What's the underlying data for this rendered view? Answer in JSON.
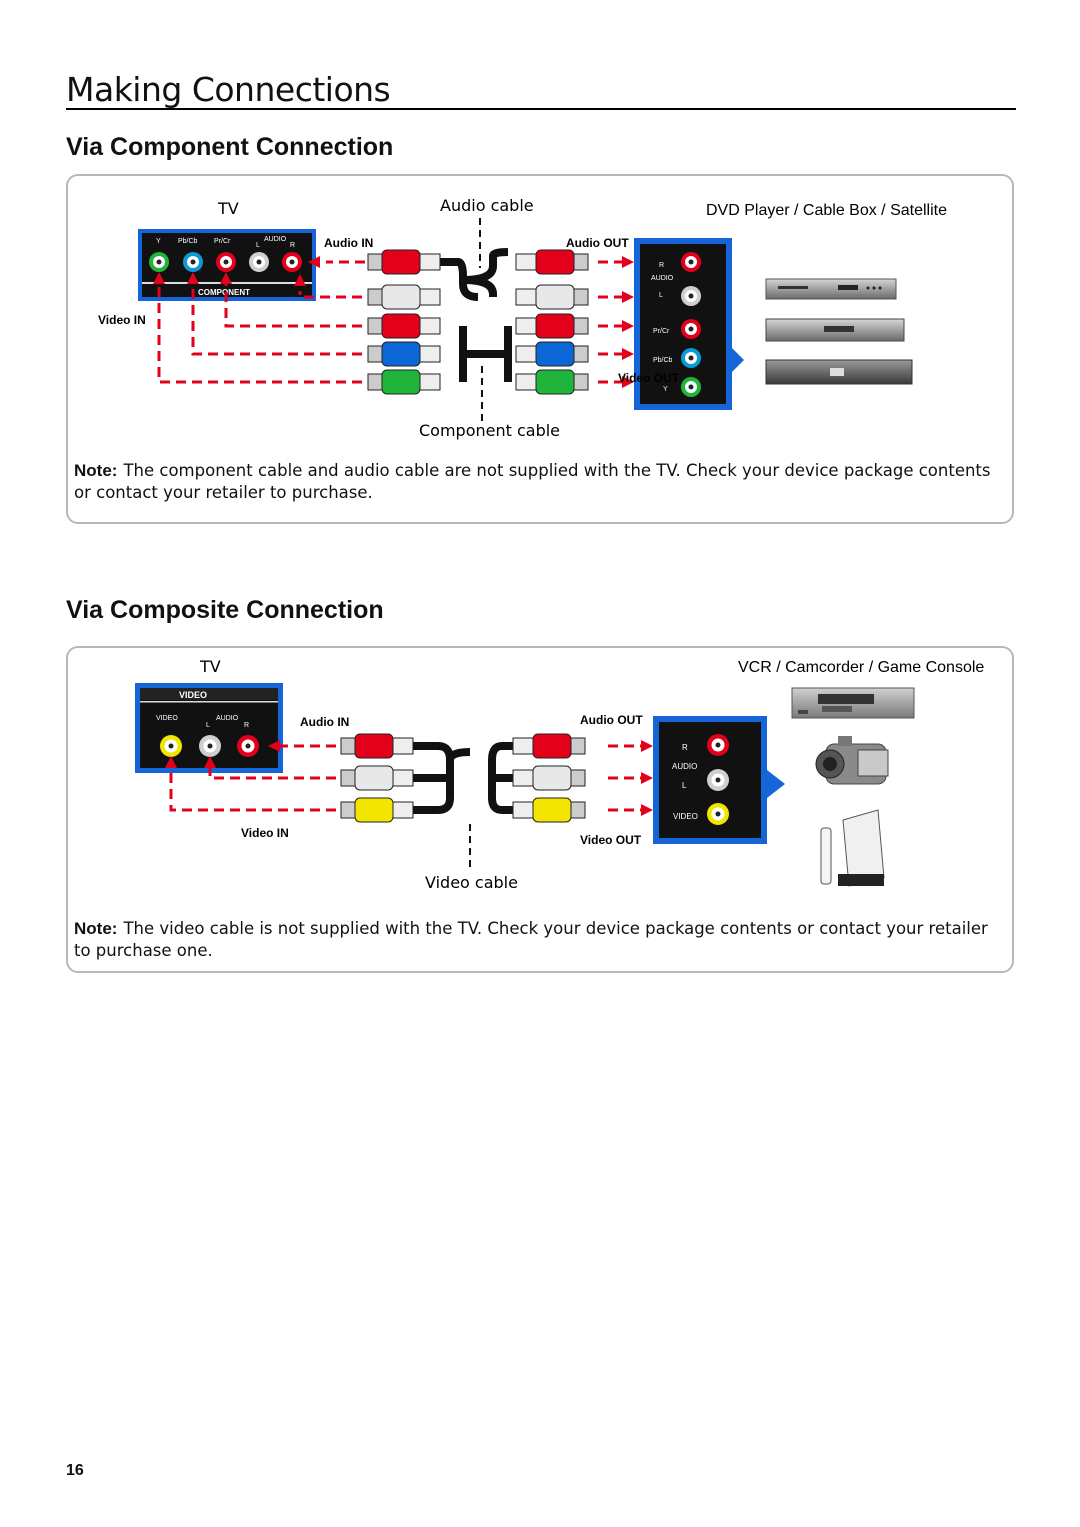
{
  "page": {
    "title": "Making Connections",
    "page_number": "16"
  },
  "component": {
    "title": "Via Component Connection",
    "tv_label": "TV",
    "audio_cable_label": "Audio cable",
    "component_cable_label": "Component cable",
    "device_label": "DVD Player / Cable Box / Satellite",
    "audio_in_label": "Audio IN",
    "audio_out_label": "Audio OUT",
    "video_in_label": "Video IN",
    "video_out_label": "Video OUT",
    "tv_jack_labels": {
      "y": "Y",
      "pb": "Pb/Cb",
      "pr": "Pr/Cr",
      "audio": "AUDIO",
      "l": "L",
      "r": "R",
      "component": "COMPONENT"
    },
    "device_jack_labels": {
      "r": "R",
      "audio": "AUDIO",
      "l": "L",
      "pr": "Pr/Cr",
      "pb": "Pb/Cb",
      "y": "Y"
    },
    "note_label": "Note:",
    "note_text": "The component cable and audio cable are not supplied with the TV. Check your device package contents or contact your retailer to purchase."
  },
  "composite": {
    "title": "Via Composite Connection",
    "tv_label": "TV",
    "video_cable_label": "Video cable",
    "device_label": "VCR / Camcorder / Game Console",
    "audio_in_label": "Audio IN",
    "audio_out_label": "Audio OUT",
    "video_in_label": "Video IN",
    "video_out_label": "Video OUT",
    "tv_jack_labels": {
      "header": "VIDEO",
      "video": "VIDEO",
      "audio": "AUDIO",
      "l": "L",
      "r": "R"
    },
    "device_jack_labels": {
      "r": "R",
      "audio": "AUDIO",
      "l": "L",
      "video": "VIDEO"
    },
    "note_label": "Note:",
    "note_text": "The video cable is not supplied with the TV. Check your device package contents or contact your retailer to purchase one."
  },
  "colors": {
    "red": "#e3001b",
    "white": "#d8d8d8",
    "green": "#1fb53a",
    "blue": "#0b66d6",
    "yellow": "#f2e600",
    "panel_blue": "#1565d8",
    "arrow": "#e3001b"
  }
}
